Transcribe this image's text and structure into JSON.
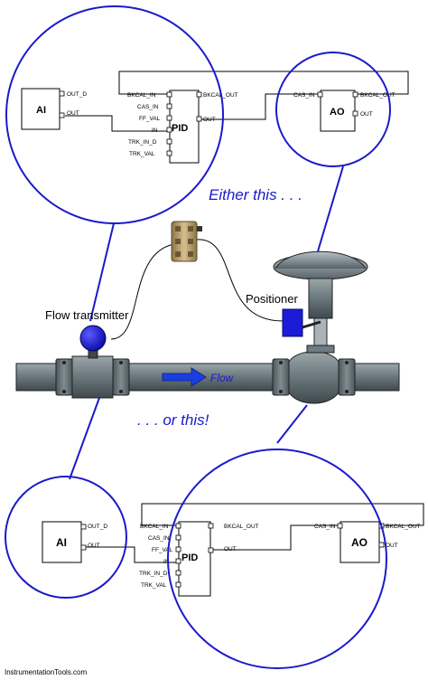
{
  "captions": {
    "either": "Either this . . .",
    "or": ". . . or this!"
  },
  "labels": {
    "flow_transmitter": "Flow transmitter",
    "positioner": "Positioner",
    "flow": "Flow"
  },
  "blocks": {
    "ai": {
      "name": "AI",
      "pins": [
        "OUT_D",
        "OUT"
      ]
    },
    "pid": {
      "name": "PID",
      "inputs": [
        "BKCAL_IN",
        "CAS_IN",
        "FF_VAL",
        "IN",
        "TRK_IN_D",
        "TRK_VAL"
      ],
      "outputs": [
        "BKCAL_OUT",
        "OUT"
      ]
    },
    "ao": {
      "name": "AO",
      "inputs": [
        "CAS_IN"
      ],
      "outputs": [
        "BKCAL_OUT",
        "OUT"
      ]
    }
  },
  "footer": "InstrumentationTools.com",
  "colors": {
    "circle": "#1a1acc",
    "pipe": "#7d8b8f",
    "transmitter": "#1c1cd6",
    "positioner": "#1c1cd6",
    "coupling": "#b59a6a",
    "flow_arrow": "#1a3fe0"
  }
}
